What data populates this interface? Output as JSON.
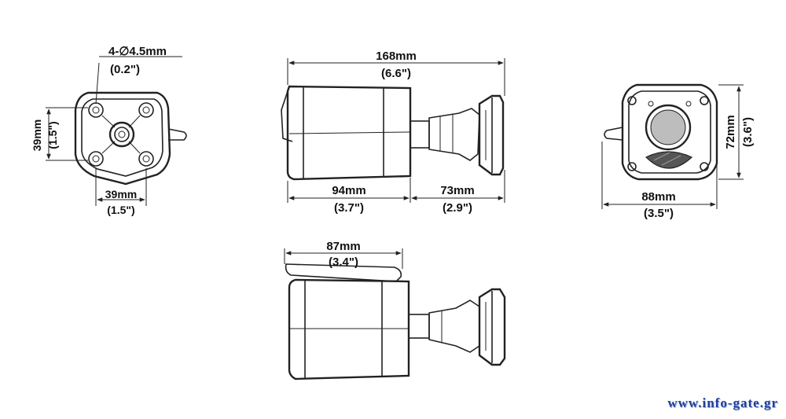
{
  "front_view": {
    "hole_label": "4-∅4.5mm",
    "hole_label_in": "(0.2\")",
    "height_label": "39mm",
    "height_label_in": "(1.5\")",
    "width_label": "39mm",
    "width_label_in": "(1.5\")"
  },
  "side_view": {
    "total_length": "168mm",
    "total_length_in": "(6.6\")",
    "body_length": "94mm",
    "body_length_in": "(3.7\")",
    "mount_length": "73mm",
    "mount_length_in": "(2.9\")"
  },
  "rear_view": {
    "width": "88mm",
    "width_in": "(3.5\")",
    "height": "72mm",
    "height_in": "(3.6\")"
  },
  "top_view": {
    "antenna_length": "87mm",
    "antenna_length_in": "(3.4\")"
  },
  "watermark": "www.info-gate.gr"
}
